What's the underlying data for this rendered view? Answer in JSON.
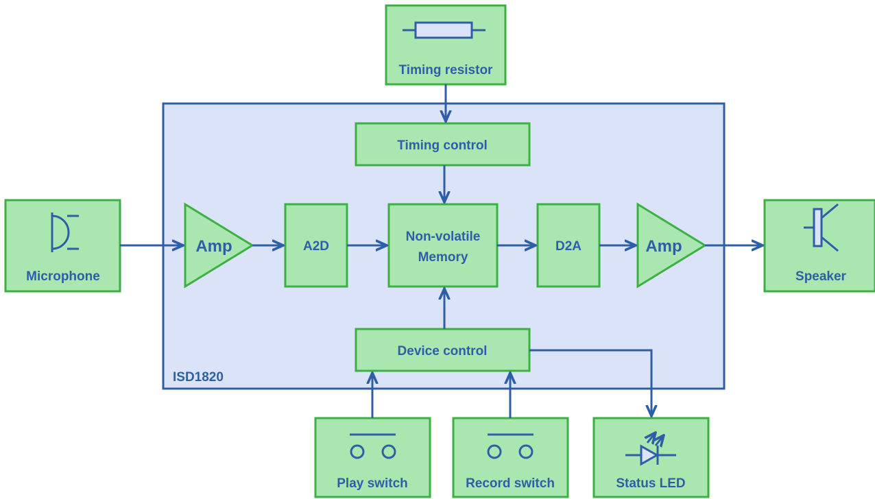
{
  "diagram": {
    "chip_label": "ISD1820",
    "blocks": {
      "timing_resistor": "Timing resistor",
      "timing_control": "Timing control",
      "microphone": "Microphone",
      "amp_in": "Amp",
      "a2d": "A2D",
      "memory_line1": "Non-volatile",
      "memory_line2": "Memory",
      "d2a": "D2A",
      "amp_out": "Amp",
      "speaker": "Speaker",
      "device_control": "Device control",
      "play_switch": "Play switch",
      "record_switch": "Record switch",
      "status_led": "Status LED"
    },
    "colors": {
      "block_fill": "#a9e6b0",
      "block_border": "#3cb043",
      "chip_fill": "#dae3f7",
      "line": "#2e5fa6"
    }
  }
}
